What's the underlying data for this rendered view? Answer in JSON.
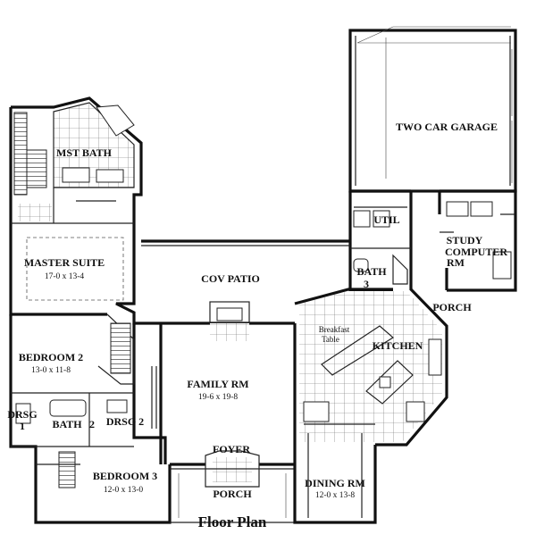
{
  "plan_title": "Floor Plan",
  "rooms": {
    "garage": {
      "name": "TWO CAR GARAGE"
    },
    "mst_bath": {
      "name": "MST BATH"
    },
    "util": {
      "name": "UTIL"
    },
    "study_line1": {
      "name": "STUDY"
    },
    "study_line2": {
      "name": "COMPUTER"
    },
    "study_line3": {
      "name": "RM"
    },
    "master": {
      "name": "MASTER SUITE",
      "dims": "17-0 x 13-4"
    },
    "cov_patio": {
      "name": "COV PATIO"
    },
    "bath": {
      "name": "BATH"
    },
    "bath_num": {
      "name": "3"
    },
    "porch_right": {
      "name": "PORCH"
    },
    "breakfast_line1": {
      "name": "Breakfast"
    },
    "breakfast_line2": {
      "name": "Table"
    },
    "kitchen": {
      "name": "KITCHEN"
    },
    "bedroom2": {
      "name": "BEDROOM 2",
      "dims": "13-0 x 11-8"
    },
    "family": {
      "name": "FAMILY RM",
      "dims": "19-6 x 19-8"
    },
    "drsg1_line1": {
      "name": "DRSG"
    },
    "drsg1_line2": {
      "name": "1"
    },
    "bath2": {
      "name": "BATH"
    },
    "bath2_num": {
      "name": "2"
    },
    "drsg2": {
      "name": "DRSG 2"
    },
    "foyer": {
      "name": "FOYER"
    },
    "bedroom3": {
      "name": "BEDROOM 3",
      "dims": "12-0 x 13-0"
    },
    "porch_front": {
      "name": "PORCH"
    },
    "dining": {
      "name": "DINING RM",
      "dims": "12-0 x 13-8"
    }
  }
}
